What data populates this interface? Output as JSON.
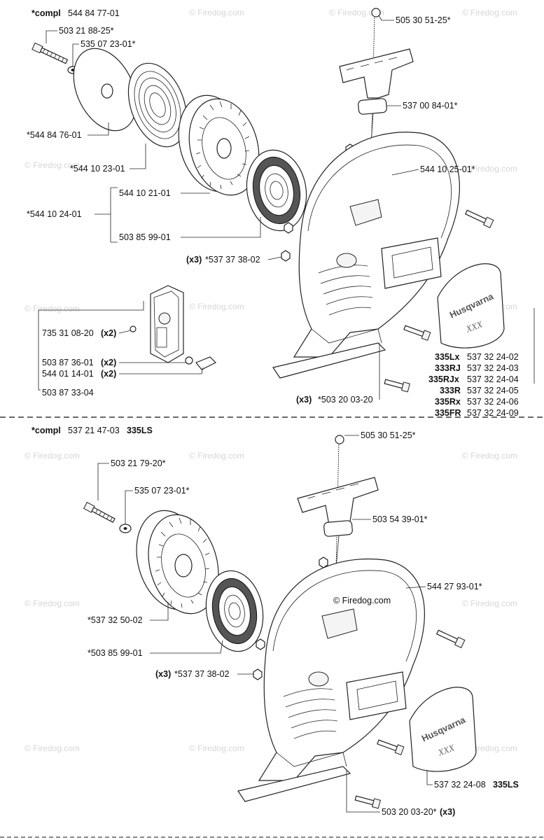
{
  "watermark": "© Firedog.com",
  "top": {
    "compl_prefix": "*compl",
    "compl_number": "544 84 77-01",
    "labels": {
      "screw": "503 21 88-25*",
      "washer": "535 07 23-01*",
      "plate": "*544 84 76-01",
      "spring": "*544 10 23-01",
      "pulley": "544 10 21-01",
      "assembly": "*544 10 24-01",
      "cassette": "503 85 99-01",
      "rope": "505 30 51-25*",
      "handle": "537 00 84-01*",
      "cover": "544 10 25-01*",
      "pawl_screw_qty": "(x3)",
      "pawl_screw": "*537 37 38-02",
      "bolt_qty": "(x3)",
      "bolt": "*503 20 03-20",
      "starter_pawl": "735 31 08-20",
      "starter_pawl_qty": "(x2)",
      "starter_spring": "503 87 36-01",
      "starter_spring_qty": "(x2)",
      "starter_pin": "544 01 14-01",
      "starter_pin_qty": "(x2)",
      "starter_assy": "503 87 33-04"
    },
    "decals": [
      {
        "model": "335Lx",
        "part": "537 32 24-02"
      },
      {
        "model": "333RJ",
        "part": "537 32 24-03"
      },
      {
        "model": "335RJx",
        "part": "537 32 24-04"
      },
      {
        "model": "333R",
        "part": "537 32 24-05"
      },
      {
        "model": "335Rx",
        "part": "537 32 24-06"
      },
      {
        "model": "335FR",
        "part": "537 32 24-09"
      }
    ],
    "decal_brand": "Husqvarna",
    "decal_text": "XXX"
  },
  "bottom": {
    "compl_prefix": "*compl",
    "compl_number": "537 21 47-03",
    "compl_model": "335LS",
    "labels": {
      "screw": "503 21 79-20*",
      "washer": "535 07 23-01*",
      "rope": "505 30 51-25*",
      "handle": "503 54 39-01*",
      "cover": "544 27 93-01*",
      "pulley": "*537 32 50-02",
      "cassette": "*503 85 99-01",
      "pawl_screw_qty": "(x3)",
      "pawl_screw": "*537 37 38-02",
      "decal": "537 32 24-08",
      "decal_model": "335LS",
      "bolt": "503 20 03-20*",
      "bolt_qty": "(x3)"
    },
    "decal_brand": "Husqvarna",
    "decal_text": "XXX"
  }
}
